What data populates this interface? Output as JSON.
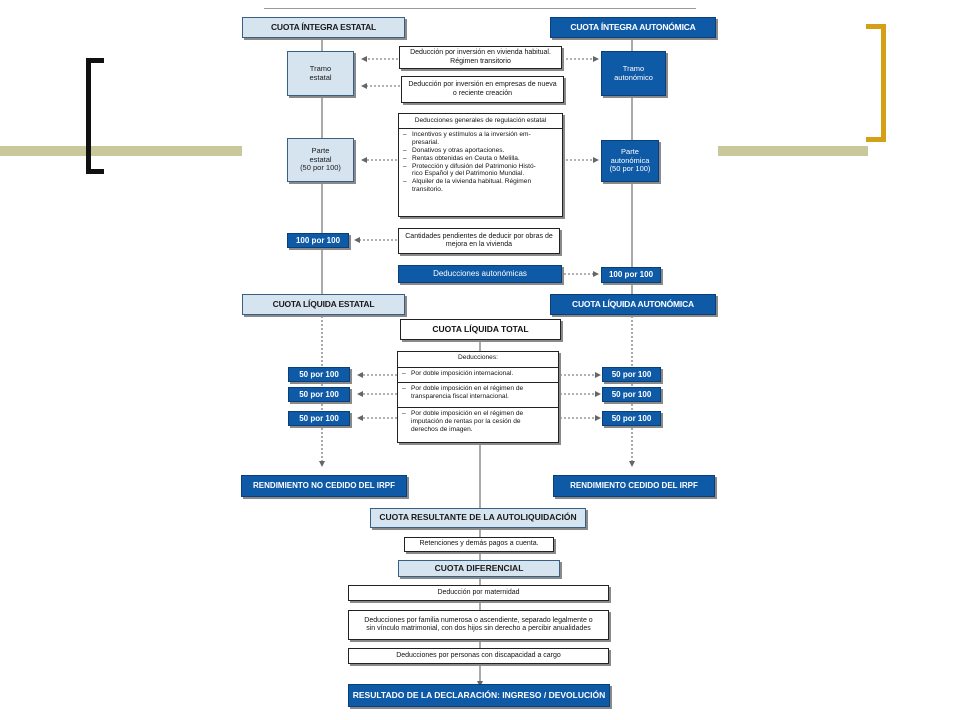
{
  "colors": {
    "dark_blue": "#0e5aa7",
    "light_blue": "#d6e4f0",
    "bracket_left": "#111111",
    "bracket_right": "#d4a017",
    "deco_bar": "#c8c89a"
  },
  "top": {
    "cuota_integra_estatal": "CUOTA ÍNTEGRA ESTATAL",
    "cuota_integra_autonomica": "CUOTA ÍNTEGRA AUTONÓMICA"
  },
  "tramos": {
    "estatal": "Tramo\nestatal",
    "autonomico": "Tramo\nautonómico",
    "parte_estatal": "Parte\nestatal\n(50 por 100)",
    "parte_autonomica": "Parte\nautonómica\n(50 por 100)"
  },
  "deducciones_top": {
    "vivienda": "Deducción por inversión en vivienda habitual.\nRégimen transitorio",
    "empresas": "Deducción por inversión en empresas de nueva\no reciente creación",
    "generales_title": "Deducciones generales de regulación estatal",
    "generales_items": [
      "Incentivos y estímulos a la inversión em-\npresarial.",
      "Donativos y otras aportaciones.",
      "Rentas obtenidas en Ceuta o Melilla.",
      "Protección y difusión del Patrimonio Histó-\nrico Español y del Patrimonio Mundial.",
      "Alquiler de la vivienda habitual. Régimen\ntransitorio."
    ],
    "obras": "Cantidades pendientes de deducir por obras de\nmejora en la vivienda",
    "autonomicas": "Deducciones autonómicas"
  },
  "pct": {
    "cien": "100 por 100",
    "cincuenta": "50 por 100"
  },
  "liquida": {
    "estatal": "CUOTA LÍQUIDA ESTATAL",
    "autonomica": "CUOTA LÍQUIDA AUTONÓMICA",
    "total": "CUOTA LÍQUIDA TOTAL"
  },
  "deducciones_mid": {
    "title": "Deducciones:",
    "items": [
      "Por doble imposición internacional.",
      "Por doble imposición en el régimen de\ntransparencia fiscal internacional.",
      "Por doble imposición en el régimen de\nimputación de rentas por la cesión de\nderechos de imagen."
    ]
  },
  "rendimiento": {
    "no_cedido": "RENDIMIENTO NO CEDIDO DEL IRPF",
    "cedido": "RENDIMIENTO CEDIDO DEL IRPF"
  },
  "bottom": {
    "resultante": "CUOTA RESULTANTE DE LA AUTOLIQUIDACIÓN",
    "retenciones": "Retenciones y demás pagos a cuenta.",
    "diferencial": "CUOTA DIFERENCIAL",
    "maternidad": "Deducción por maternidad",
    "familia": "Deducciones por familia numerosa o ascendiente, separado legalmente o\nsin vínculo matrimonial, con dos hijos sin derecho a percibir anualidades",
    "discapacidad": "Deducciones por personas con discapacidad a cargo",
    "resultado": "RESULTADO DE LA DECLARACIÓN: INGRESO / DEVOLUCIÓN"
  }
}
